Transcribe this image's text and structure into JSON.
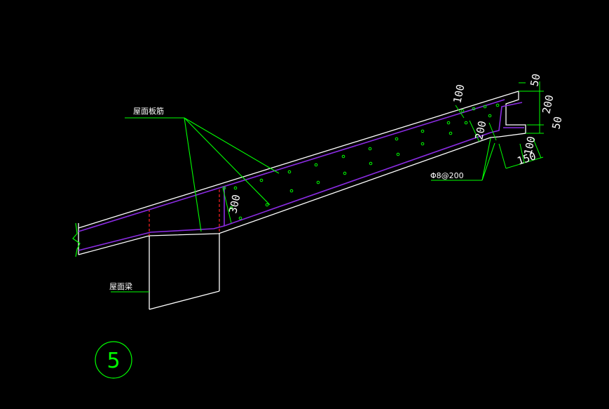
{
  "drawing": {
    "background": "#000000",
    "colors": {
      "outline": "#ffffff",
      "rebar": "#8a2be2",
      "leader": "#00ff00",
      "hidden": "#ff2020",
      "dim": "#00ff00"
    },
    "labels": {
      "roof_slab": "屋面板筋",
      "roof_beam": "屋面梁",
      "stirrup": "Φ8@200"
    },
    "dimensions": {
      "d300": "300",
      "d100_top": "100",
      "d200_inner": "200",
      "d50_top": "50",
      "d200_side": "200",
      "d50_side": "50",
      "d150": "150",
      "d100_bottom": "100"
    },
    "detail_number": "5"
  }
}
